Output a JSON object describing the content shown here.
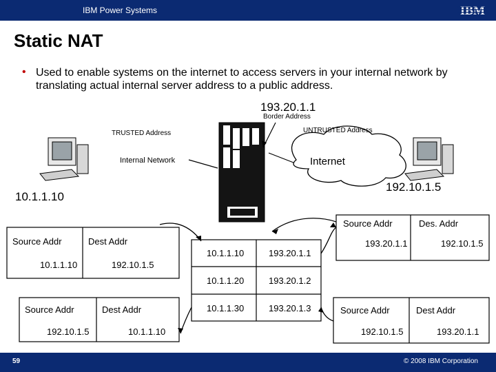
{
  "header": {
    "title": "IBM Power Systems",
    "logo_text": "IBM"
  },
  "slide": {
    "title": "Static NAT",
    "bullet": "Used to enable systems on the internet to access servers in your internal network by translating actual internal server address to a public address."
  },
  "diagram": {
    "border_ip": "193.20.1.1",
    "border_label": "Border Address",
    "trusted_label": "TRUSTED Address",
    "untrusted_label": "UNTRUSTED Address",
    "internal_network_label": "Internal Network",
    "internet_label": "Internet",
    "left_host_ip": "10.1.1.10",
    "right_host_ip": "192.10.1.5",
    "left_packet_out": {
      "src_label": "Source Addr",
      "dst_label": "Dest Addr",
      "src": "10.1.1.10",
      "dst": "192.10.1.5"
    },
    "left_packet_in": {
      "src_label": "Source Addr",
      "dst_label": "Dest Addr",
      "src": "192.10.1.5",
      "dst": "10.1.1.10"
    },
    "right_packet_out": {
      "src_label": "Source Addr",
      "dst_label": "Des. Addr",
      "src": "193.20.1.1",
      "dst": "192.10.1.5"
    },
    "right_packet_in": {
      "src_label": "Source Addr",
      "dst_label": "Dest Addr",
      "src": "192.10.1.5",
      "dst": "193.20.1.1"
    },
    "nat_table": [
      {
        "internal": "10.1.1.10",
        "external": "193.20.1.1"
      },
      {
        "internal": "10.1.1.20",
        "external": "193.20.1.2"
      },
      {
        "internal": "10.1.1.30",
        "external": "193.20.1.3"
      }
    ]
  },
  "footer": {
    "page": "59",
    "copyright": "© 2008 IBM Corporation"
  },
  "colors": {
    "bar": "#0b2a72",
    "bullet": "#c00000",
    "box_line": "#000000"
  }
}
